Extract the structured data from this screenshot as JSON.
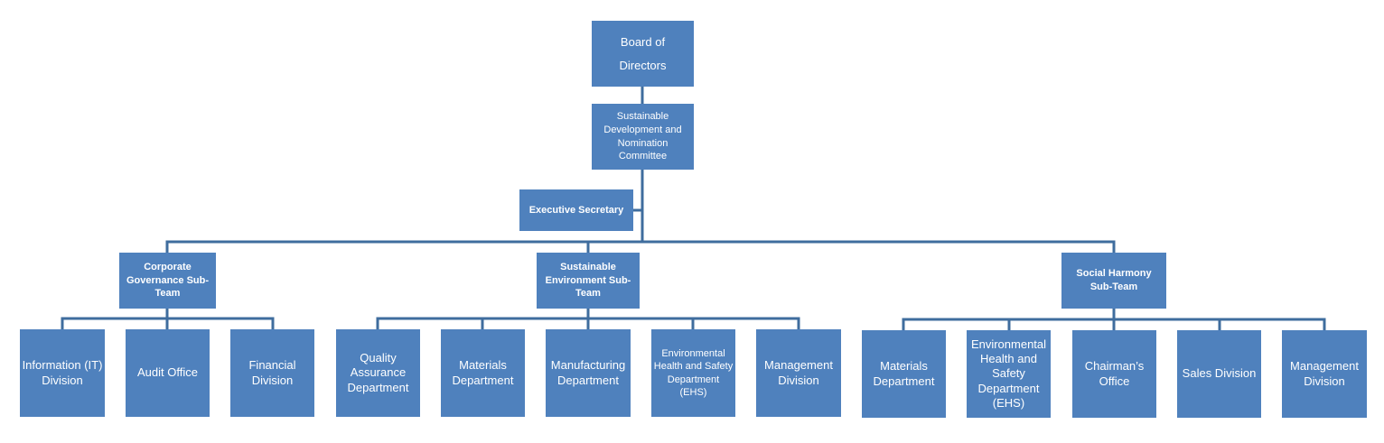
{
  "colors": {
    "box": "#4f81bd",
    "line": "#3f6d9e",
    "text": "#ffffff"
  },
  "nodes": {
    "board": "Board of Directors",
    "committee": "Sustainable Development and Nomination Committee",
    "secretary": "Executive Secretary",
    "corporate": "Corporate Governance Sub-Team",
    "environment": "Sustainable Environment Sub-Team",
    "social": "Social Harmony Sub-Team",
    "it_division": "Information (IT) Division",
    "audit_office": "Audit Office",
    "financial_division": "Financial Division",
    "qa_department": "Quality Assurance Department",
    "materials_department_1": "Materials Department",
    "manufacturing_department": "Manufacturing Department",
    "ehs_department_1": "Environmental Health and Safety Department (EHS)",
    "management_division_1": "Management Division",
    "materials_department_2": "Materials Department",
    "ehs_department_2": "Environmental Health and Safety Department (EHS)",
    "chairmans_office": "Chairman’s Office",
    "sales_division": "Sales Division",
    "management_division_2": "Management Division"
  }
}
